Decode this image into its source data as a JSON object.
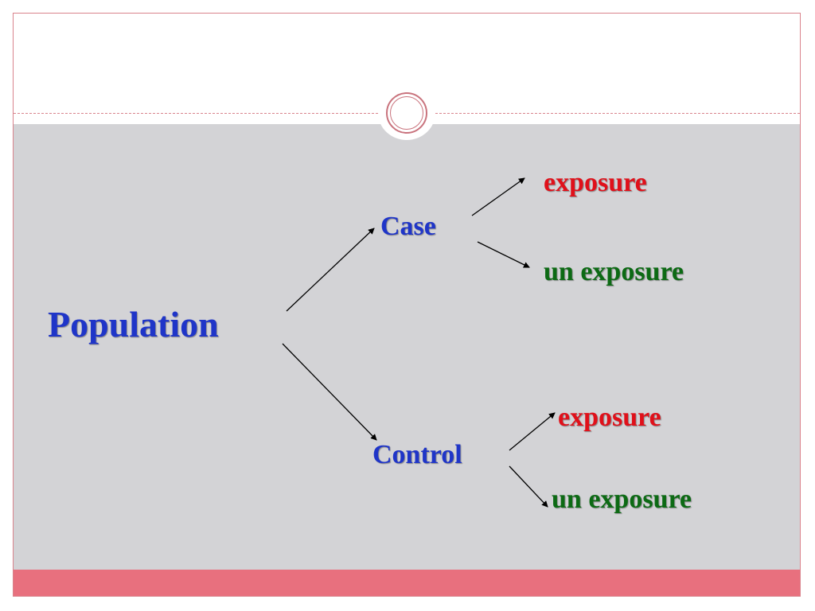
{
  "diagram": {
    "root": {
      "label": "Population",
      "color": "#1f35c8"
    },
    "branches": [
      {
        "label": "Case",
        "color": "#1f35c8",
        "children": [
          {
            "label": "exposure",
            "color": "#e0101a"
          },
          {
            "label": "un exposure",
            "color": "#0c6a14"
          }
        ]
      },
      {
        "label": "Control",
        "color": "#1f35c8",
        "children": [
          {
            "label": "exposure",
            "color": "#e0101a"
          },
          {
            "label": "un exposure",
            "color": "#0c6a14"
          }
        ]
      }
    ]
  },
  "theme": {
    "accent": "#e8707e",
    "content_background": "#d3d3d6",
    "arrow_color": "#000000"
  }
}
